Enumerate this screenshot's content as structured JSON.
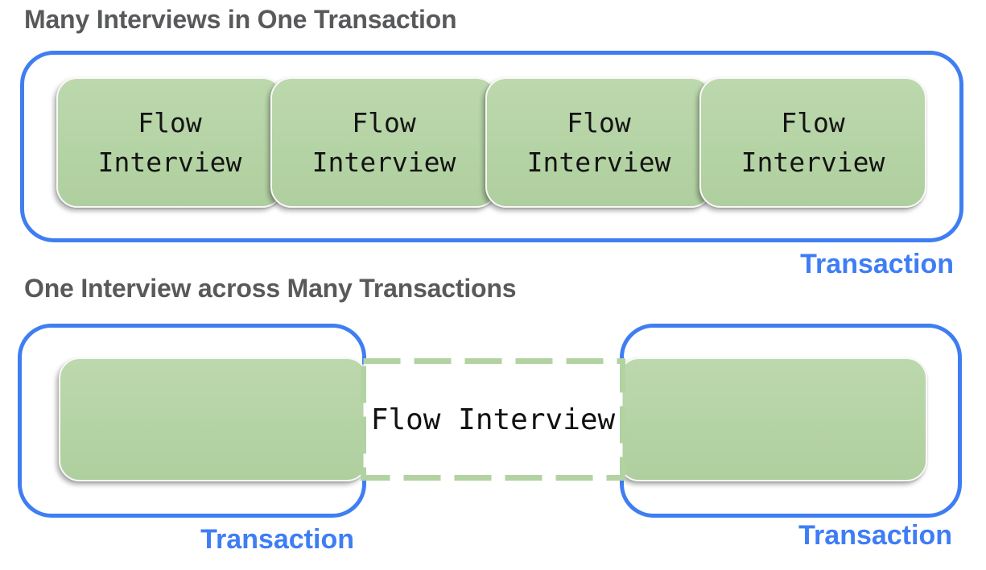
{
  "section_one": {
    "title": "Many Interviews in One Transaction",
    "boxes": [
      "Flow\nInterview",
      "Flow\nInterview",
      "Flow\nInterview",
      "Flow\nInterview"
    ],
    "transaction_label": "Transaction"
  },
  "section_two": {
    "title": "One Interview across Many Transactions",
    "flow_interview_label": "Flow Interview",
    "left_transaction_label": "Transaction",
    "right_transaction_label": "Transaction"
  },
  "colors": {
    "blue_accent": "#3f7ef2",
    "green_fill": "#b6d4a7",
    "dash_green": "#b3d2a2",
    "heading_gray": "#58595b"
  }
}
